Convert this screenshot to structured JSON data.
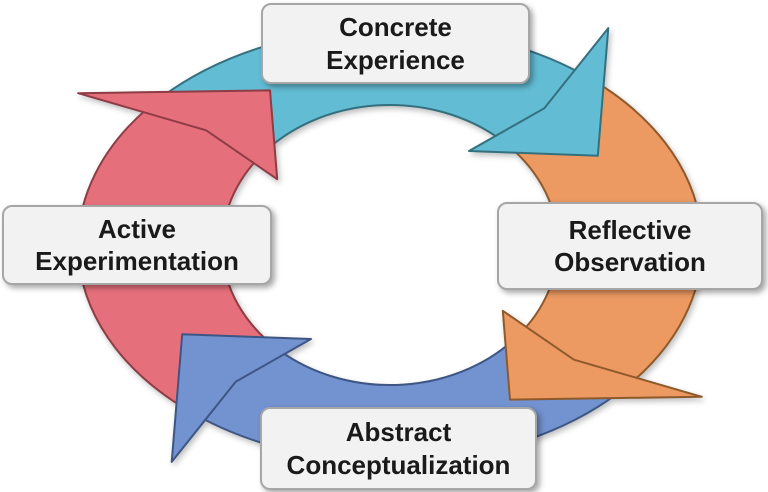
{
  "page": {
    "background": "#ffffff"
  },
  "diagram": {
    "name": "experiential-learning-cycle",
    "type": "cycle",
    "direction": "clockwise",
    "nodes": [
      {
        "id": "concrete-experience",
        "position": "top",
        "lines": [
          "Concrete",
          "Experience"
        ]
      },
      {
        "id": "reflective-observation",
        "position": "right",
        "lines": [
          "Reflective",
          "Observation"
        ]
      },
      {
        "id": "abstract-conceptualization",
        "position": "bottom",
        "lines": [
          "Abstract",
          "Conceptualization"
        ]
      },
      {
        "id": "active-experimentation",
        "position": "left",
        "lines": [
          "Active",
          "Experimentation"
        ]
      }
    ],
    "node_style": {
      "background": "#f2f2f2",
      "border": "#a6a6a6",
      "text": "#1a1a1a"
    },
    "arrows": [
      {
        "id": "top",
        "fill": "#62BCD4",
        "stroke": "#35707F"
      },
      {
        "id": "right",
        "fill": "#EC9A62",
        "stroke": "#8F5A2B"
      },
      {
        "id": "bottom",
        "fill": "#7292D0",
        "stroke": "#3D5684"
      },
      {
        "id": "left",
        "fill": "#E5707B",
        "stroke": "#8E3C45"
      }
    ]
  }
}
